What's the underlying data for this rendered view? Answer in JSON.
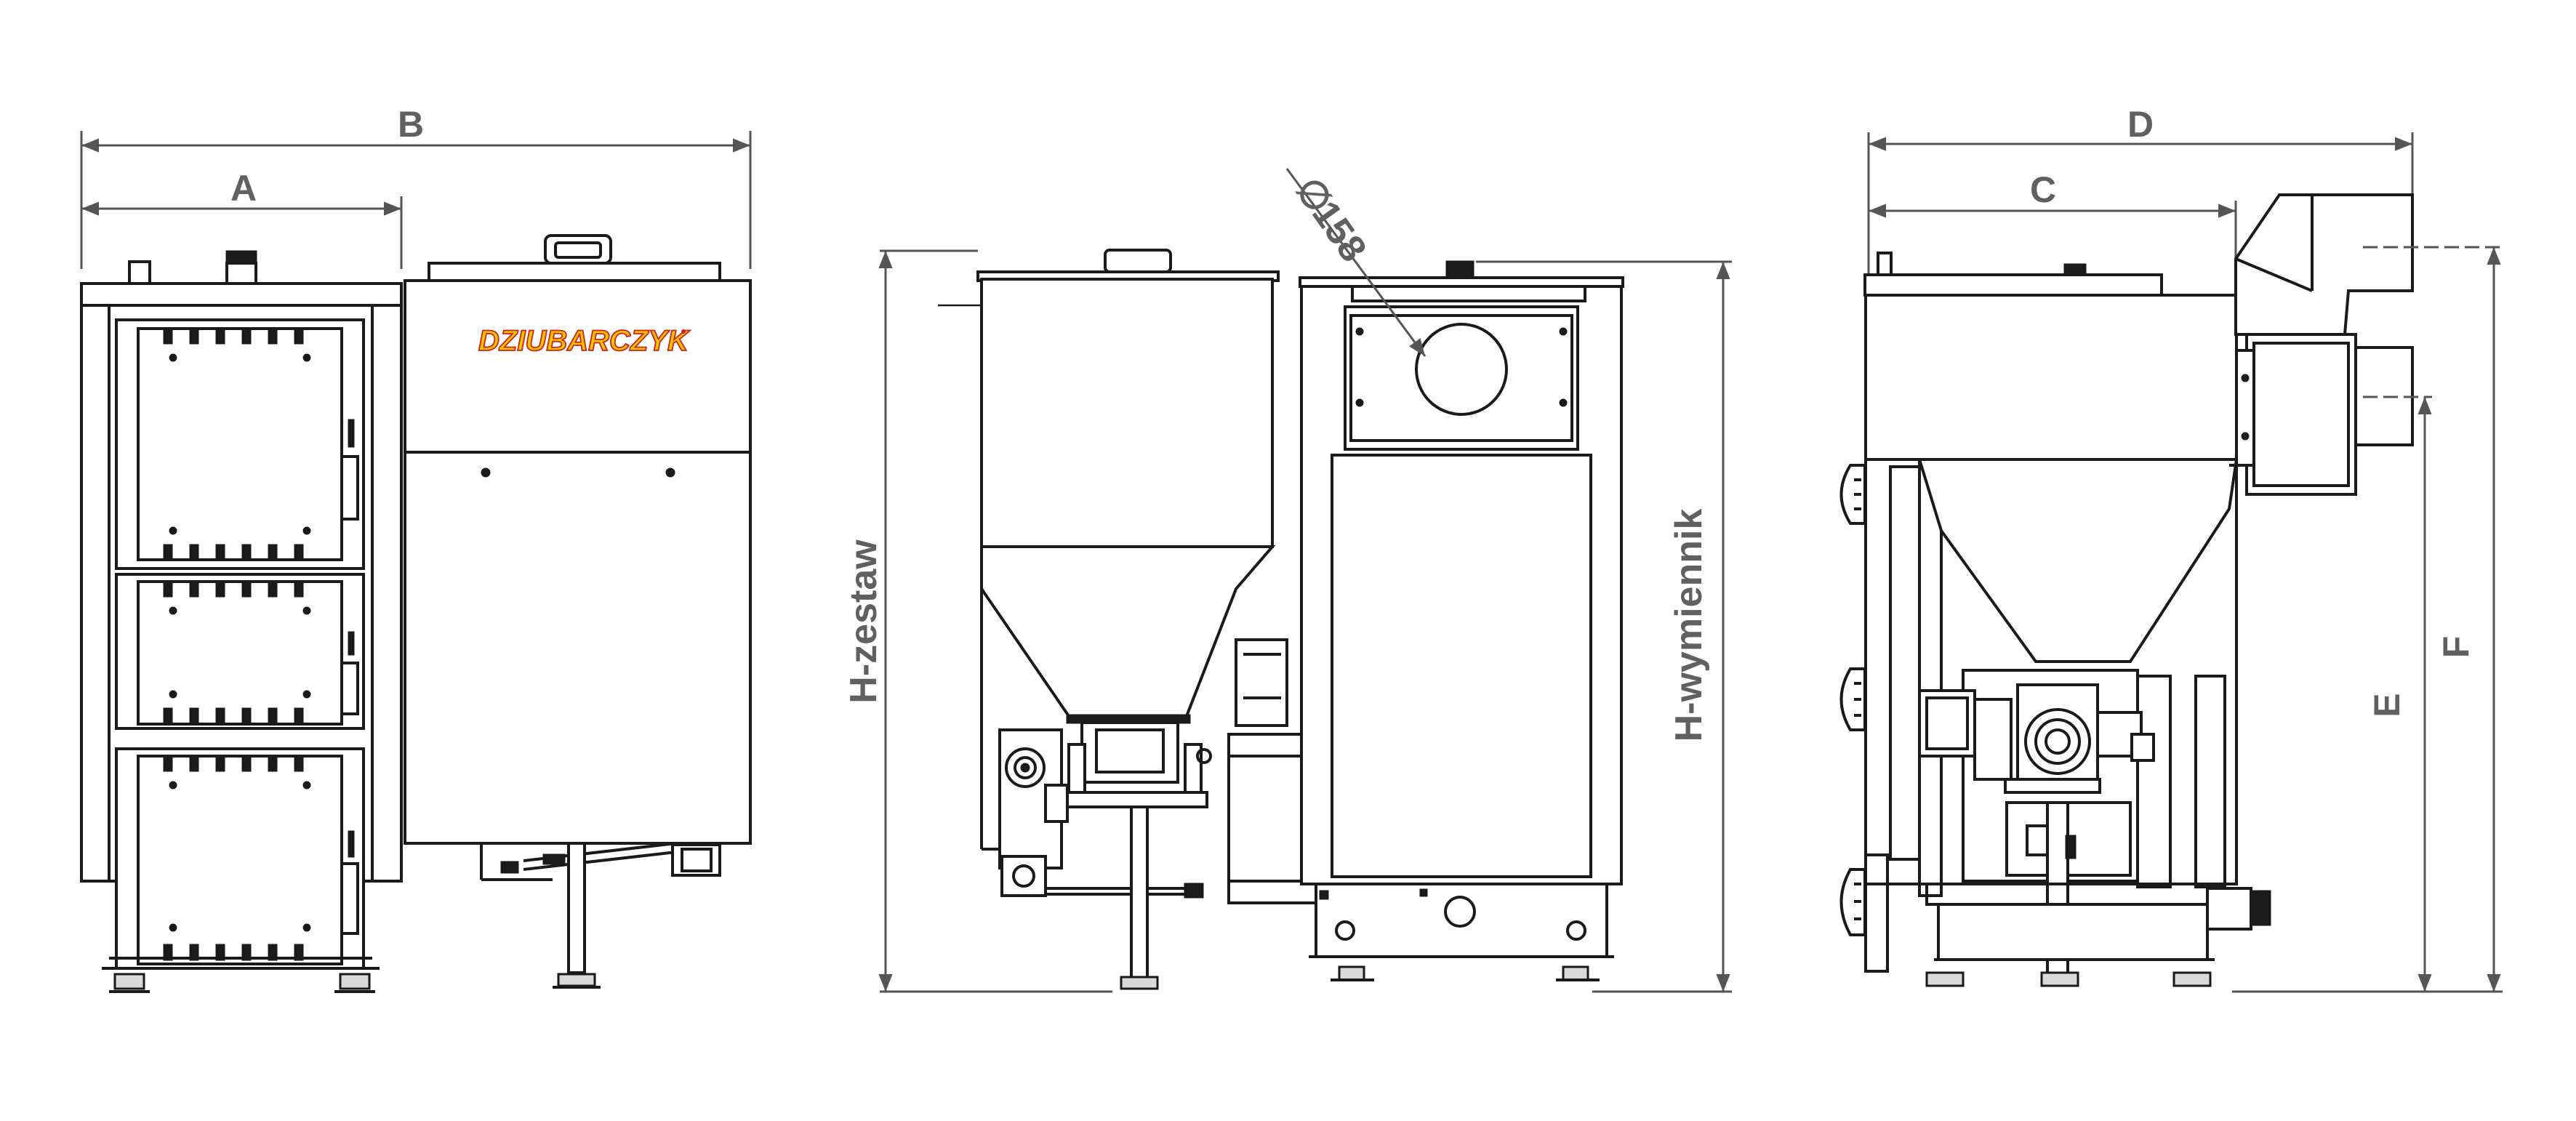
{
  "brand": {
    "logo_text": "DZIUBARCZYK",
    "colors": {
      "logo_fill": "#f5c400",
      "logo_outline": "#d0211c"
    }
  },
  "dimensions": {
    "A": "A",
    "B": "B",
    "C": "C",
    "D": "D",
    "E": "E",
    "F": "F",
    "h_zestaw": "H-zestaw",
    "h_wymiennik": "H-wymiennik",
    "flue": {
      "symbol": "∅",
      "value": "158"
    }
  },
  "colors": {
    "line": "#1a1a1a",
    "dimension_text": "#606060",
    "background": "#ffffff"
  }
}
